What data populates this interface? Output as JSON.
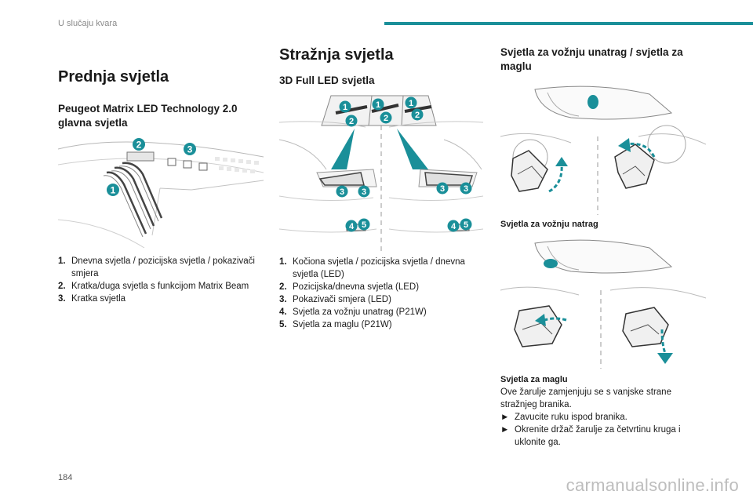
{
  "header": {
    "section": "U slučaju kvara",
    "accent_color": "#1a8f99"
  },
  "page_number": "184",
  "watermark": "carmanualsonline.info",
  "col1": {
    "title": "Prednja svjetla",
    "subtitle": "Peugeot Matrix LED Technology 2.0 glavna svjetla",
    "markers": [
      "1",
      "2",
      "3"
    ],
    "items": [
      {
        "num": "1.",
        "text": "Dnevna svjetla / pozicijska svjetla / pokazivači smjera"
      },
      {
        "num": "2.",
        "text": "Kratka/duga svjetla s funkcijom Matrix Beam"
      },
      {
        "num": "3.",
        "text": "Kratka svjetla"
      }
    ]
  },
  "col2": {
    "title": "Stražnja svjetla",
    "subtitle": "3D Full LED svjetla",
    "markers": [
      "1",
      "1",
      "1",
      "2",
      "2",
      "2",
      "3",
      "3",
      "3",
      "3",
      "4",
      "5",
      "4",
      "5"
    ],
    "items": [
      {
        "num": "1.",
        "text": "Kočiona svjetla / pozicijska svjetla / dnevna svjetla (LED)"
      },
      {
        "num": "2.",
        "text": "Pozicijska/dnevna svjetla (LED)"
      },
      {
        "num": "3.",
        "text": "Pokazivači smjera (LED)"
      },
      {
        "num": "4.",
        "text": "Svjetla za vožnju unatrag (P21W)"
      },
      {
        "num": "5.",
        "text": "Svjetla za maglu (P21W)"
      }
    ]
  },
  "col3": {
    "title": "Svjetla za vožnju unatrag / svjetla za maglu",
    "caption1": "Svjetla za vožnju natrag",
    "caption2": "Svjetla za maglu",
    "description": "Ove žarulje zamjenjuju se s vanjske strane stražnjeg branika.",
    "bullet_symbol": "►",
    "bullets": [
      "Zavucite ruku ispod branika.",
      "Okrenite držač žarulje za četvrtinu kruga i uklonite ga."
    ]
  }
}
